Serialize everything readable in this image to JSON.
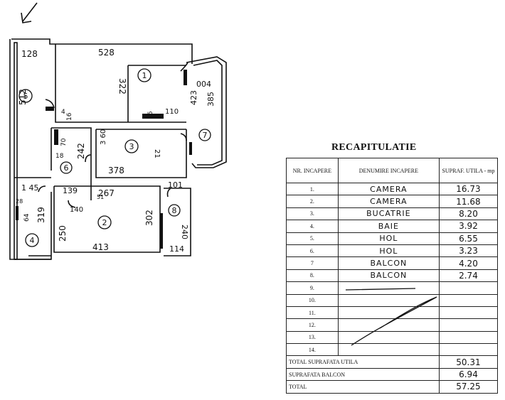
{
  "plan": {
    "dims": {
      "d128": "128",
      "d528": "528",
      "d322": "322",
      "d004": "004",
      "d512": "512",
      "d4": "4",
      "d16a": "16",
      "d16b": "16",
      "d110": "110",
      "d423": "423",
      "d385": "385",
      "d70": "70",
      "d18": "18",
      "d242": "242",
      "d360": "3 60",
      "d21": "21",
      "d378": "378",
      "d145": "1 45",
      "d139": "139",
      "d267": "267",
      "d101": "101",
      "d140": "140",
      "d319": "319",
      "d64": "64",
      "d28": "28",
      "d250": "250",
      "d302": "302",
      "d240": "240",
      "d413": "413",
      "d114": "114",
      "d51": "51"
    },
    "rooms": [
      "1",
      "2",
      "3",
      "4",
      "5",
      "6",
      "7",
      "8"
    ]
  },
  "recap": {
    "title": "RECAPITULATIE",
    "headers": {
      "nr": "NR. INCAPERE",
      "denumire": "DENUMIRE INCAPERE",
      "supraf": "SUPRAF. UTILA - mp"
    },
    "rows": [
      {
        "nr": "1.",
        "name": "CAMERA",
        "area": "16.73"
      },
      {
        "nr": "2.",
        "name": "CAMERA",
        "area": "11.68"
      },
      {
        "nr": "3.",
        "name": "BUCATRIE",
        "area": "8.20"
      },
      {
        "nr": "4.",
        "name": "BAIE",
        "area": "3.92"
      },
      {
        "nr": "5.",
        "name": "HOL",
        "area": "6.55"
      },
      {
        "nr": "6.",
        "name": "HOL",
        "area": "3.23"
      },
      {
        "nr": "7",
        "name": "BALCON",
        "area": "4.20"
      },
      {
        "nr": "8.",
        "name": "BALCON",
        "area": "2.74"
      },
      {
        "nr": "9.",
        "name": "",
        "area": ""
      },
      {
        "nr": "10.",
        "name": "",
        "area": ""
      },
      {
        "nr": "11.",
        "name": "",
        "area": ""
      },
      {
        "nr": "12.",
        "name": "",
        "area": ""
      },
      {
        "nr": "13.",
        "name": "",
        "area": ""
      },
      {
        "nr": "14.",
        "name": "",
        "area": ""
      }
    ],
    "totals": [
      {
        "label": "TOTAL SUPRAFATA UTILA",
        "value": "50.31"
      },
      {
        "label": "SUPRAFATA BALCON",
        "value": "6.94"
      },
      {
        "label": "TOTAL",
        "value": "57.25"
      }
    ]
  }
}
